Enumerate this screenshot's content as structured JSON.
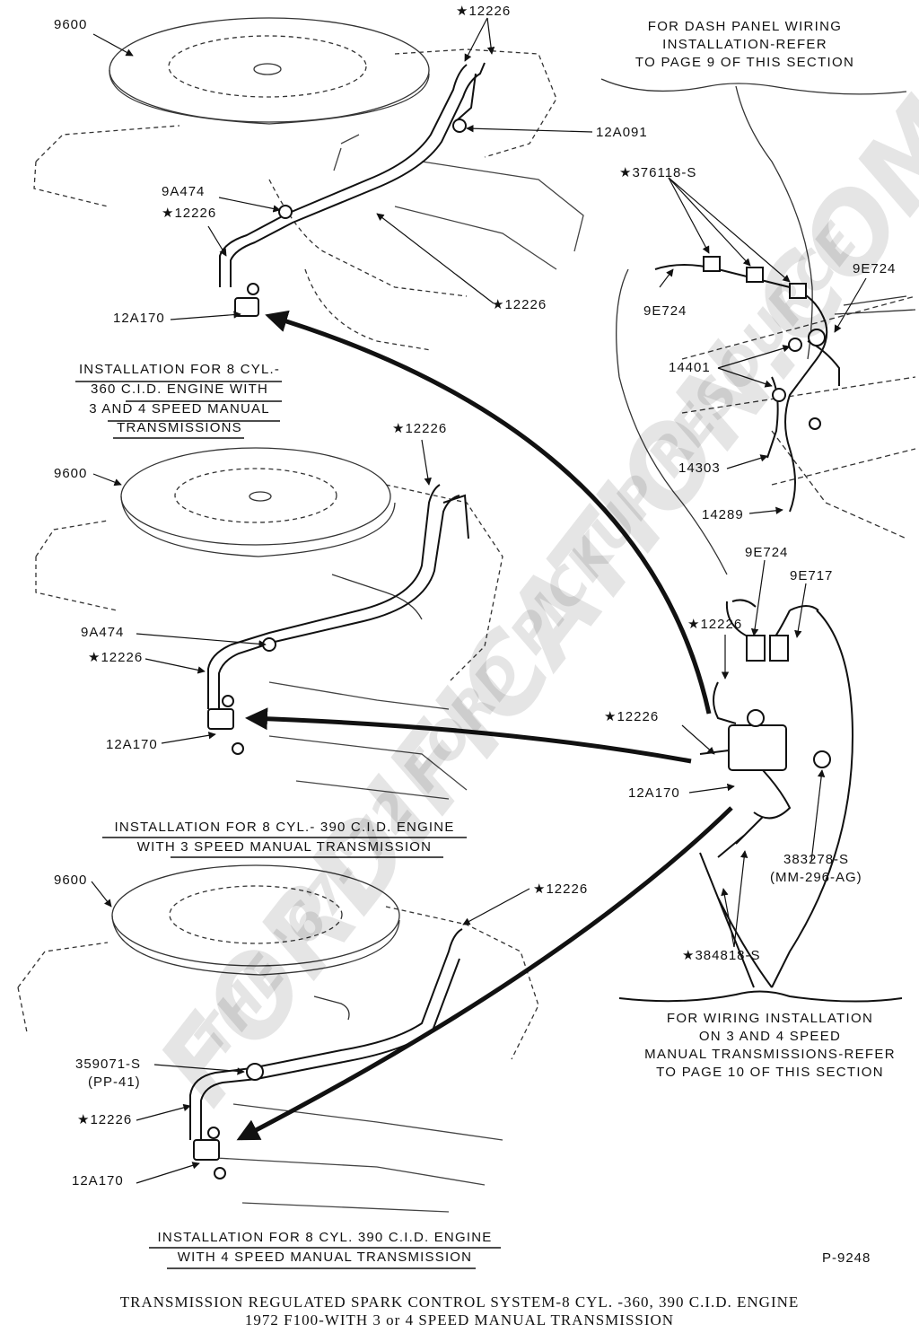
{
  "captions": {
    "top": [
      "INSTALLATION FOR 8 CYL.-",
      "360 C.I.D. ENGINE  WITH",
      "3 AND 4 SPEED MANUAL",
      "TRANSMISSIONS"
    ],
    "middle": [
      "INSTALLATION FOR 8 CYL.- 390 C.I.D. ENGINE",
      "WITH 3 SPEED MANUAL TRANSMISSION"
    ],
    "bottom": [
      "INSTALLATION FOR 8 CYL. 390 C.I.D. ENGINE",
      "WITH 4 SPEED MANUAL TRANSMISSION"
    ]
  },
  "notes": {
    "dash": [
      "FOR DASH PANEL WIRING",
      "INSTALLATION-REFER",
      "TO PAGE 9 OF THIS SECTION"
    ],
    "wiring": [
      "FOR WIRING INSTALLATION",
      "ON 3 AND 4 SPEED",
      "MANUAL TRANSMISSIONS-REFER",
      "TO PAGE 10 OF THIS SECTION"
    ]
  },
  "figure_code": "P-9248",
  "title": {
    "line1": "TRANSMISSION REGULATED SPARK CONTROL SYSTEM-8 CYL. -360, 390 C.I.D.  ENGINE",
    "line2": "1972    F100-WITH 3 or 4 SPEED MANUAL TRANSMISSION"
  },
  "watermark": {
    "main": "FORDIFICATION.COM",
    "sub": "THE '67-'72 FORD PICKUP RESOURCE"
  },
  "callouts": {
    "t_9600": "9600",
    "t_12226_top": "★12226",
    "t_12A091": "12A091",
    "t_9A474": "9A474",
    "t_12226_left": "★12226",
    "t_12226_mid": "★12226",
    "t_12A170": "12A170",
    "m_9600": "9600",
    "m_12226_top": "★12226",
    "m_9A474": "9A474",
    "m_12226_left": "★12226",
    "m_12A170": "12A170",
    "b_9600": "9600",
    "b_12226_top": "★12226",
    "b_359071": "359071-S",
    "b_pp41": "(PP-41)",
    "b_12226_left": "★12226",
    "b_12A170": "12A170",
    "r_376118": "★376118-S",
    "r_9E724_a": "9E724",
    "r_9E724_b": "9E724",
    "r_14401": "14401",
    "r_14303": "14303",
    "r_14289": "14289",
    "r_9E724_c": "9E724",
    "r_9E717": "9E717",
    "r_12226_a": "★12226",
    "r_12226_b": "★12226",
    "r_12A170": "12A170",
    "r_383278": "383278-S",
    "r_mm296": "(MM-296-AG)",
    "r_384818": "★384818-S"
  }
}
